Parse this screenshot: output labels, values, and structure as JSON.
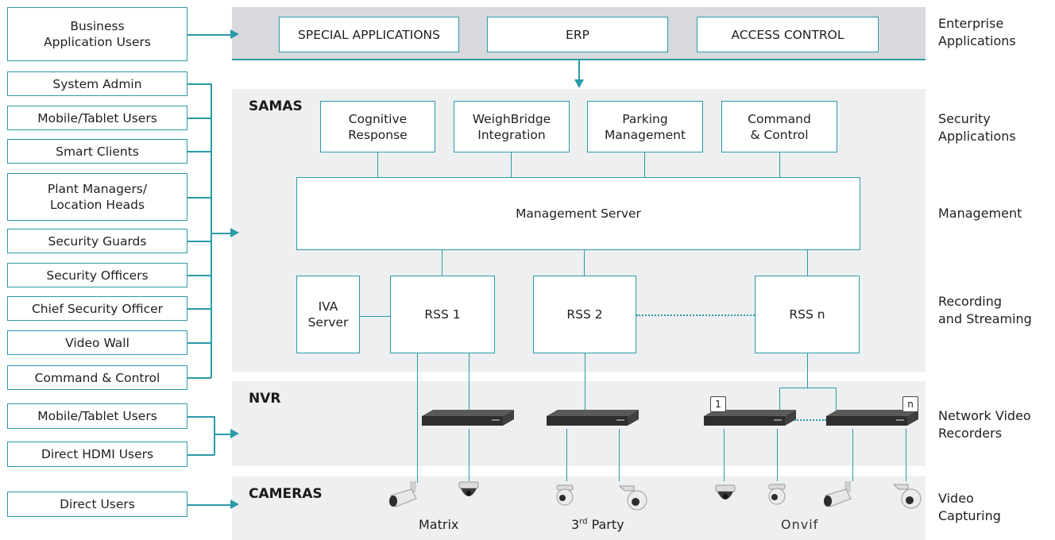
{
  "users": [
    {
      "label": "Business\nApplication Users"
    },
    {
      "label": "System Admin"
    },
    {
      "label": "Mobile/Tablet Users"
    },
    {
      "label": "Smart Clients"
    },
    {
      "label": "Plant Managers/\nLocation Heads"
    },
    {
      "label": "Security Guards"
    },
    {
      "label": "Security Officers"
    },
    {
      "label": "Chief Security Officer"
    },
    {
      "label": "Video Wall"
    },
    {
      "label": "Command & Control"
    },
    {
      "label": "Mobile/Tablet Users"
    },
    {
      "label": "Direct HDMI Users"
    },
    {
      "label": "Direct Users"
    }
  ],
  "enterprise": {
    "apps": [
      "SPECIAL APPLICATIONS",
      "ERP",
      "ACCESS CONTROL"
    ]
  },
  "samas": {
    "title": "SAMAS",
    "apps": [
      "Cognitive\nResponse",
      "WeighBridge\nIntegration",
      "Parking\nManagement",
      "Command\n& Control"
    ],
    "management_server": "Management Server",
    "iva_server": "IVA\nServer",
    "rss": [
      "RSS 1",
      "RSS 2",
      "RSS n"
    ]
  },
  "nvr": {
    "title": "NVR",
    "badges": [
      "1",
      "n"
    ]
  },
  "cameras": {
    "title": "CAMERAS",
    "groups": {
      "matrix": "Matrix",
      "third_party_prefix": "3",
      "third_party_sup": "rd",
      "third_party_suffix": " Party",
      "onvif": "Onvif"
    }
  },
  "layers": [
    "Enterprise\nApplications",
    "Security\nApplications",
    "Management",
    "Recording\nand Streaming",
    "Network Video\nRecorders",
    "Video\nCapturing"
  ],
  "colors": {
    "accent": "#2a9ba8",
    "band_top": "#d8d9dc",
    "band_grey": "#eeeff1"
  }
}
